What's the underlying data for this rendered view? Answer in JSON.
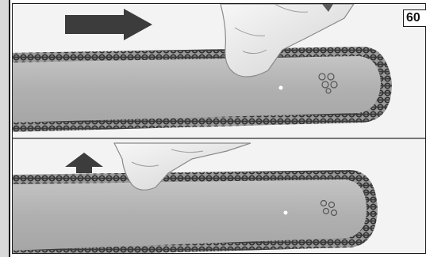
{
  "figure": {
    "number": "60",
    "panels": [
      {
        "name": "top",
        "arrow": "right-arrow-icon"
      },
      {
        "name": "bottom",
        "arrow": "up-arrow-icon"
      }
    ]
  },
  "colors": {
    "bar": "#b3b3b3",
    "chain": "#3a3a3a",
    "arrow": "#3c3c3c",
    "glove": "#ececec",
    "background": "#f4f4f4"
  }
}
